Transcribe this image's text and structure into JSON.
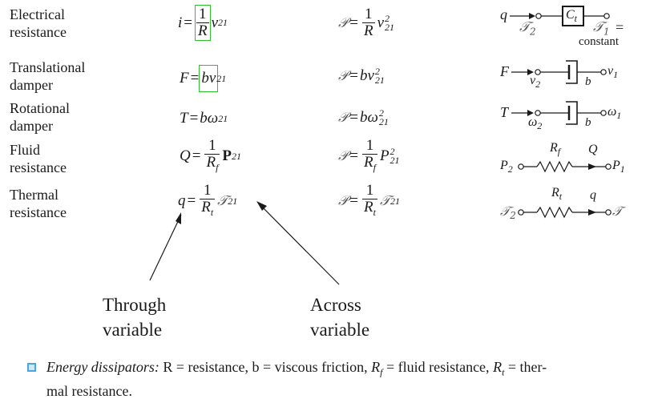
{
  "rows": [
    {
      "name_line1": "Electrical",
      "name_line2": "resistance",
      "eq_lhs": "i",
      "eq_num": "1",
      "eq_den": "R",
      "eq_rhs_var": "v",
      "eq_rhs_sub": "21",
      "power_sym": "𝒫",
      "power_num": "1",
      "power_den": "R",
      "power_var": "v",
      "power_sub": "21",
      "power_sup": "2",
      "diag_in": "q",
      "diag_box": "C",
      "diag_box_sub": "t",
      "diag_left": "𝒯",
      "diag_left_sub": "2",
      "diag_right": "𝒯",
      "diag_right_sub": "1",
      "diag_eq": "=",
      "diag_const": "constant"
    },
    {
      "name_line1": "Translational",
      "name_line2": "damper",
      "eq_lhs": "F",
      "eq_coef": "b",
      "eq_rhs_var": "v",
      "eq_rhs_sub": "21",
      "power_sym": "𝒫",
      "power_coef": "b",
      "power_var": "v",
      "power_sub": "21",
      "power_sup": "2",
      "diag_in": "F",
      "diag_bottom": "v",
      "diag_bottom_sub": "2",
      "diag_b": "b",
      "diag_out": "v",
      "diag_out_sub": "1"
    },
    {
      "name_line1": "Rotational",
      "name_line2": "damper",
      "eq_lhs": "T",
      "eq_coef": "b",
      "eq_rhs_var": "ω",
      "eq_rhs_sub": "21",
      "power_sym": "𝒫",
      "power_coef": "b",
      "power_var": "ω",
      "power_sub": "21",
      "power_sup": "2",
      "diag_in": "T",
      "diag_bottom": "ω",
      "diag_bottom_sub": "2",
      "diag_b": "b",
      "diag_out": "ω",
      "diag_out_sub": "1"
    },
    {
      "name_line1": "Fluid",
      "name_line2": "resistance",
      "eq_lhs": "Q",
      "eq_num": "1",
      "eq_den": "R",
      "eq_den_sub": "f",
      "eq_rhs_var": "P",
      "eq_rhs_sub": "21",
      "power_sym": "𝒫",
      "power_num": "1",
      "power_den": "R",
      "power_den_sub": "f",
      "power_var": "P",
      "power_sub": "21",
      "power_sup": "2",
      "diag_top": "R",
      "diag_top_sub": "f",
      "diag_flow": "Q",
      "diag_left": "P",
      "diag_left_sub": "2",
      "diag_right": "P",
      "diag_right_sub": "1"
    },
    {
      "name_line1": "Thermal",
      "name_line2": "resistance",
      "eq_lhs": "q",
      "eq_num": "1",
      "eq_den": "R",
      "eq_den_sub": "t",
      "eq_rhs_var": "𝒯",
      "eq_rhs_sub": "21",
      "power_sym": "𝒫",
      "power_num": "1",
      "power_den": "R",
      "power_den_sub": "t",
      "power_var": "𝒯",
      "power_sub": "21",
      "diag_top": "R",
      "diag_top_sub": "t",
      "diag_flow": "q",
      "diag_left": "𝒯",
      "diag_left_sub": "2",
      "diag_right": "𝒯"
    }
  ],
  "annotations": {
    "through_line1": "Through",
    "through_line2": "variable",
    "across_line1": "Across",
    "across_line2": "variable"
  },
  "footer": {
    "lead": "Energy dissipators:",
    "part1": " R = resistance, b = viscous friction, ",
    "rf": "R",
    "rf_sub": "f",
    "part2": " = fluid resistance, ",
    "rt": "R",
    "rt_sub": "t",
    "part3": " = ther-",
    "line2": "mal resistance."
  },
  "colors": {
    "highlight": "#2ec12e",
    "bullet": "#4aa6e0"
  }
}
